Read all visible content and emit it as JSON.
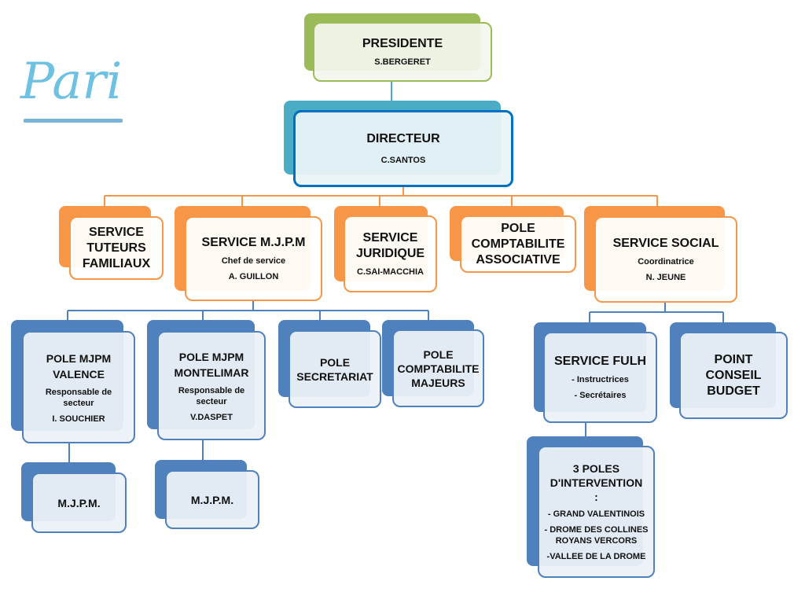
{
  "logo": {
    "text": "Pari",
    "color": "#6fc1e3"
  },
  "colors": {
    "green": "#9bbb59",
    "teal": "#4bacc6",
    "dark_blue": "#0070c0",
    "orange": "#f79646",
    "blue": "#4f81bd"
  },
  "president": {
    "title": "PRESIDENTE",
    "name": "S.BERGERET"
  },
  "directeur": {
    "title": "DIRECTEUR",
    "name": "C.SANTOS"
  },
  "services": {
    "tuteurs": {
      "title": "SERVICE TUTEURS FAMILIAUX"
    },
    "mjpm": {
      "title": "SERVICE M.J.P.M",
      "role": "Chef de service",
      "name": "A. GUILLON"
    },
    "juridique": {
      "title": "SERVICE JURIDIQUE",
      "name": "C.SAI-MACCHIA"
    },
    "compta_asso": {
      "title": "POLE COMPTABILITE ASSOCIATIVE"
    },
    "social": {
      "title": "SERVICE SOCIAL",
      "role": "Coordinatrice",
      "name": "N. JEUNE"
    }
  },
  "poles": {
    "valence": {
      "title": "POLE MJPM VALENCE",
      "role": "Responsable de secteur",
      "name": "I. SOUCHIER"
    },
    "montelimar": {
      "title": "POLE MJPM MONTELIMAR",
      "role": "Responsable de secteur",
      "name": "V.DASPET"
    },
    "secretariat": {
      "title": "POLE SECRETARIAT"
    },
    "compta_majeurs": {
      "title": "POLE COMPTABILITE MAJEURS"
    },
    "fulh": {
      "title": "SERVICE FULH",
      "items": [
        "- Instructrices",
        "- Secrétaires"
      ]
    },
    "point_conseil": {
      "title": "POINT CONSEIL BUDGET"
    },
    "interventions": {
      "title": "3 POLES D'INTERVENTION :",
      "items": [
        "- GRAND VALENTINOIS",
        "- DROME DES COLLINES ROYANS VERCORS",
        "-VALLEE DE LA DROME"
      ]
    },
    "mjpm_valence": {
      "title": "M.J.P.M."
    },
    "mjpm_montelimar": {
      "title": "M.J.P.M."
    }
  }
}
